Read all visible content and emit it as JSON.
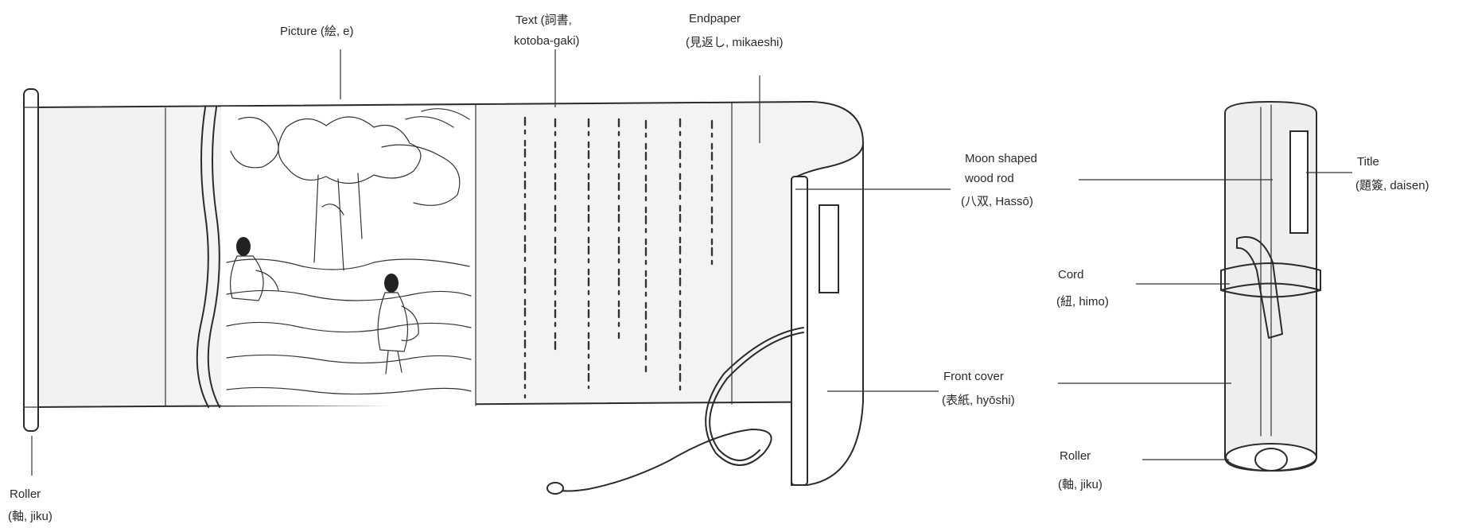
{
  "labels": {
    "picture": "Picture (絵, e)",
    "text_line1": "Text (詞書,",
    "text_line2": "kotoba-gaki)",
    "endpaper_line1": "Endpaper",
    "endpaper_line2": "(見返し, mikaeshi)",
    "moon_line1": "Moon shaped",
    "moon_line2": "wood rod",
    "moon_line3": "(八双, Hassō)",
    "front_line1": "Front cover",
    "front_line2": "(表紙, hyōshi)",
    "roller_left_line1": "Roller",
    "roller_left_line2": "(軸, jiku)",
    "title_line1": "Title",
    "title_line2": "(題簽, daisen)",
    "cord_line1": "Cord",
    "cord_line2": "(紐, himo)",
    "roller_right_line1": "Roller",
    "roller_right_line2": "(軸, jiku)"
  },
  "colors": {
    "ink": "#2b2b2b",
    "paper": "#f3f3f3",
    "background": "#ffffff"
  }
}
